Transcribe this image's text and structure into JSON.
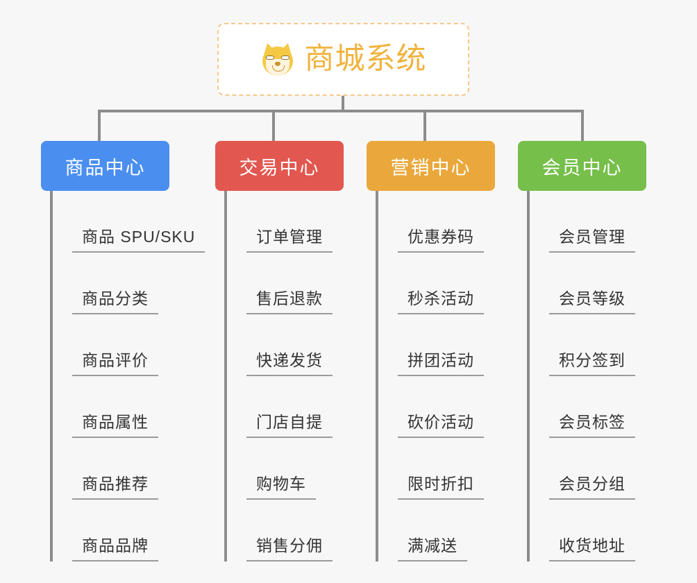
{
  "diagram": {
    "type": "org-chart",
    "background_color": "#f7f7f7",
    "connector_color": "#8c8c8c",
    "root": {
      "title": "商城系统",
      "icon": "shiba-dog-emoji",
      "text_color": "#f0b33d",
      "border_color": "#f3c98a",
      "background_color": "#ffffff"
    },
    "columns": [
      {
        "label": "商品中心",
        "color": "#4a8ef0",
        "items": [
          "商品 SPU/SKU",
          "商品分类",
          "商品评价",
          "商品属性",
          "商品推荐",
          "商品品牌"
        ]
      },
      {
        "label": "交易中心",
        "color": "#e2574f",
        "items": [
          "订单管理",
          "售后退款",
          "快递发货",
          "门店自提",
          "购物车",
          "销售分佣"
        ]
      },
      {
        "label": "营销中心",
        "color": "#eaa83c",
        "items": [
          "优惠券码",
          "秒杀活动",
          "拼团活动",
          "砍价活动",
          "限时折扣",
          "满减送"
        ]
      },
      {
        "label": "会员中心",
        "color": "#76bf4b",
        "items": [
          "会员管理",
          "会员等级",
          "积分签到",
          "会员标签",
          "会员分组",
          "收货地址"
        ]
      }
    ]
  }
}
